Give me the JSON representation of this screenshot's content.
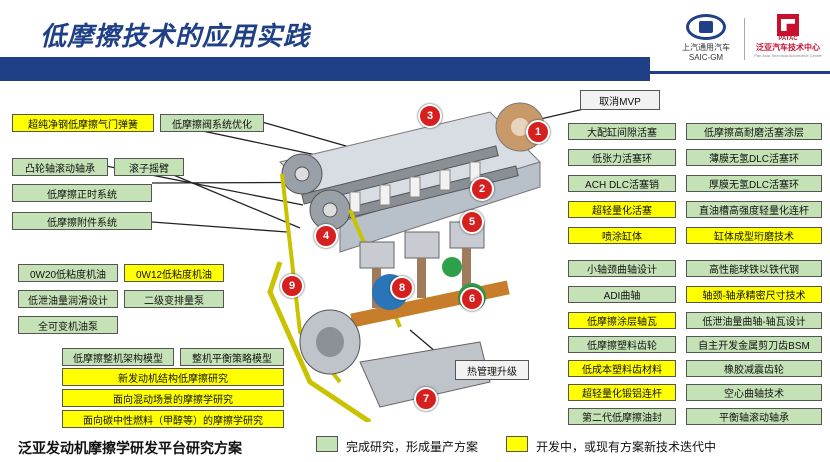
{
  "header": {
    "title": "低摩擦技术的应用实践",
    "logo_gm_line1": "上汽通用汽车",
    "logo_gm_line2": "SAIC-GM",
    "logo_patac_brand": "PATAC",
    "logo_patac_line1": "泛亚汽车技术中心",
    "logo_patac_line2": "Pan Asia Technical Automotive Center"
  },
  "colors": {
    "green": "#c5e2b6",
    "yellow": "#ffff00",
    "navy": "#1f3f86",
    "badge_red": "#d62020"
  },
  "left_boxes": {
    "valve_spring": "超纯净钢低摩擦气门弹簧",
    "valvetrain_opt": "低摩擦阀系统优化",
    "cam_roller_bearing": "凸轮轴滚动轴承",
    "roller_rocker": "滚子摇臂",
    "timing_system": "低摩擦正时系统",
    "accessory_system": "低摩擦附件系统",
    "oil_0w20": "0W20低粘度机油",
    "oil_0w12": "0W12低粘度机油",
    "low_leak_lube": "低泄油量润滑设计",
    "two_stage_pump": "二级变排量泵",
    "variable_pump": "全可变机油泵",
    "friction_model": "低摩擦整机架构模型",
    "balance_model": "整机平衡策略模型",
    "new_engine_research": "新发动机结构低摩擦研究",
    "hybrid_research": "面向混动场景的摩擦学研究",
    "carbon_fuel_research": "面向碳中性燃料（甲醇等）的摩擦学研究"
  },
  "callouts": {
    "cancel_mvp": "取消MVP",
    "thermal_mgmt": "热管理升级"
  },
  "right_boxes": [
    {
      "label": "大配缸间隙活塞",
      "status": "green"
    },
    {
      "label": "低摩擦高耐磨活塞涂层",
      "status": "green"
    },
    {
      "label": "低张力活塞环",
      "status": "green"
    },
    {
      "label": "薄膜无氢DLC活塞环",
      "status": "green"
    },
    {
      "label": "ACH DLC活塞销",
      "status": "green"
    },
    {
      "label": "厚膜无氢DLC活塞环",
      "status": "green"
    },
    {
      "label": "超轻量化活塞",
      "status": "yellow"
    },
    {
      "label": "直油槽高强度轻量化连杆",
      "status": "green"
    },
    {
      "label": "喷涂缸体",
      "status": "yellow"
    },
    {
      "label": "缸体成型珩磨技术",
      "status": "yellow"
    },
    {
      "label": "小轴颈曲轴设计",
      "status": "green"
    },
    {
      "label": "高性能球铁以铁代钢",
      "status": "green"
    },
    {
      "label": "ADI曲轴",
      "status": "green"
    },
    {
      "label": "轴颈-轴承精密尺寸技术",
      "status": "yellow"
    },
    {
      "label": "低摩擦涂层轴瓦",
      "status": "yellow"
    },
    {
      "label": "低泄油量曲轴-轴瓦设计",
      "status": "green"
    },
    {
      "label": "低摩擦塑料齿轮",
      "status": "green"
    },
    {
      "label": "自主开发金属剪刀齿BSM",
      "status": "green"
    },
    {
      "label": "低成本塑料齿材料",
      "status": "yellow"
    },
    {
      "label": "橡胶减震齿轮",
      "status": "green"
    },
    {
      "label": "超轻量化锻铝连杆",
      "status": "yellow"
    },
    {
      "label": "空心曲轴技术",
      "status": "green"
    },
    {
      "label": "第二代低摩擦油封",
      "status": "green"
    },
    {
      "label": "平衡轴滚动轴承",
      "status": "green"
    }
  ],
  "badges": [
    "1",
    "2",
    "3",
    "4",
    "5",
    "6",
    "7",
    "8",
    "9"
  ],
  "footer": {
    "title": "泛亚发动机摩擦学研发平台研究方案",
    "legend_green": "完成研究，形成量产方案",
    "legend_yellow": "开发中，或现有方案新技术迭代中"
  }
}
